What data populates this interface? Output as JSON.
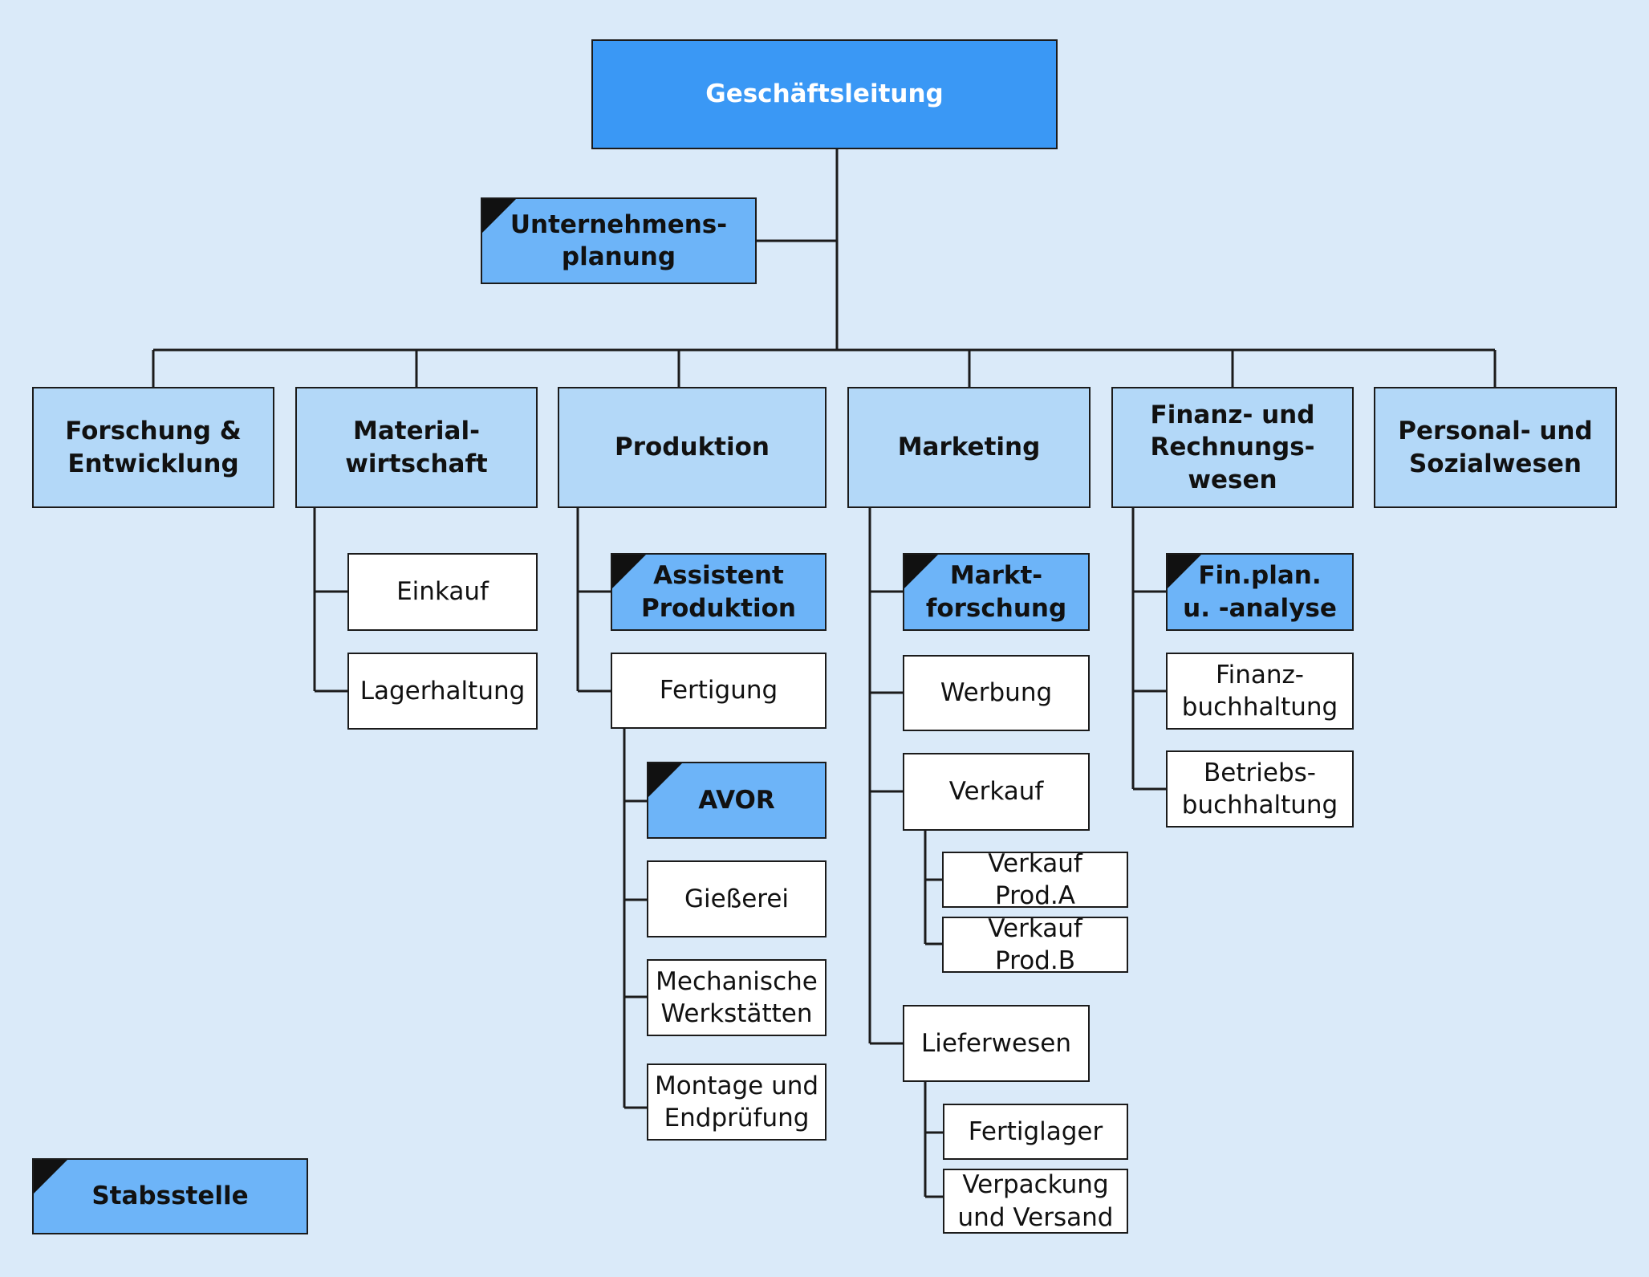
{
  "boxes": {
    "geschaeftsleitung": "Geschäftsleitung",
    "unternehmensplanung": "Unternehmens-\nplanung",
    "forschung": "Forschung &\nEntwicklung",
    "materialwirtschaft": "Material-\nwirtschaft",
    "produktion": "Produktion",
    "marketing": "Marketing",
    "finanz": "Finanz- und\nRechnungs-\nwesen",
    "personal": "Personal- und\nSozialwesen",
    "einkauf": "Einkauf",
    "lagerhaltung": "Lagerhaltung",
    "assistent_produktion": "Assistent\nProduktion",
    "fertigung": "Fertigung",
    "avor": "AVOR",
    "giesserei": "Gießerei",
    "mechanische_werkstaetten": "Mechanische\nWerkstätten",
    "montage": "Montage und\nEndprüfung",
    "marktforschung": "Markt-\nforschung",
    "werbung": "Werbung",
    "verkauf": "Verkauf",
    "verkauf_prod_a": "Verkauf Prod.A",
    "verkauf_prod_b": "Verkauf Prod.B",
    "lieferwesen": "Lieferwesen",
    "fertiglager": "Fertiglager",
    "verpackung": "Verpackung\nund Versand",
    "finplan": "Fin.plan.\nu. -analyse",
    "finanzbuchhaltung": "Finanz-\nbuchhaltung",
    "betriebsbuchhaltung": "Betriebs-\nbuchhaltung"
  },
  "legend": {
    "stabsstelle": "Stabsstelle"
  },
  "colors": {
    "background": "#daeaf9",
    "top_box": "#3a98f5",
    "department_box": "#b3d8f8",
    "staff_box": "#6db4f8",
    "unit_box": "#ffffff",
    "line": "#1b1b1b"
  }
}
